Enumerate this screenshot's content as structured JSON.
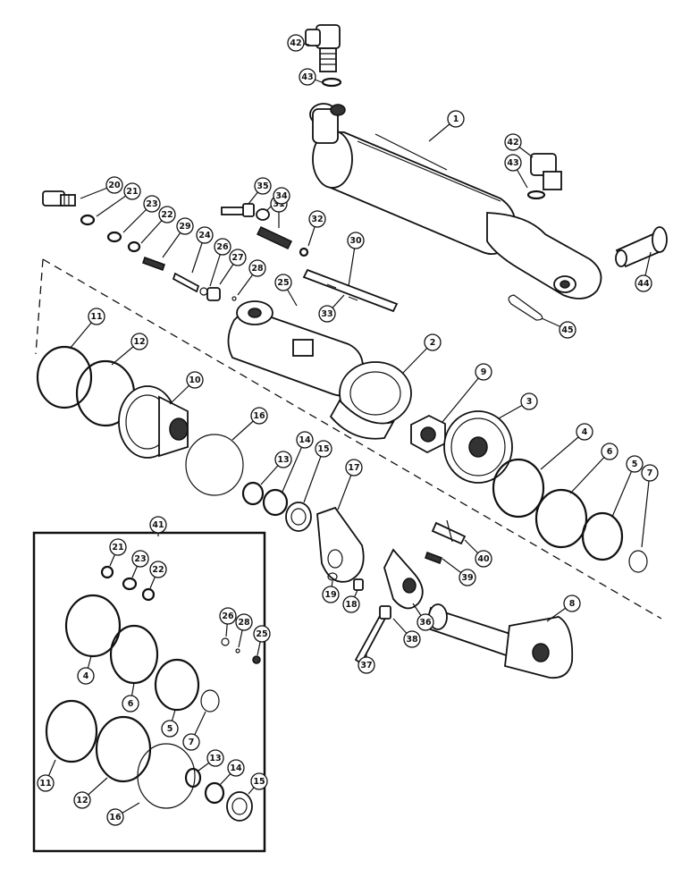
{
  "callouts": [
    {
      "id": "c1",
      "label": "1"
    },
    {
      "id": "c2",
      "label": "2"
    },
    {
      "id": "c3",
      "label": "3"
    },
    {
      "id": "c4",
      "label": "4"
    },
    {
      "id": "c5",
      "label": "5"
    },
    {
      "id": "c6",
      "label": "6"
    },
    {
      "id": "c7",
      "label": "7"
    },
    {
      "id": "c8",
      "label": "8"
    },
    {
      "id": "c9",
      "label": "9"
    },
    {
      "id": "c10",
      "label": "10"
    },
    {
      "id": "c11",
      "label": "11"
    },
    {
      "id": "c12",
      "label": "12"
    },
    {
      "id": "c13",
      "label": "13"
    },
    {
      "id": "c14",
      "label": "14"
    },
    {
      "id": "c15",
      "label": "15"
    },
    {
      "id": "c16",
      "label": "16"
    },
    {
      "id": "c17",
      "label": "17"
    },
    {
      "id": "c18",
      "label": "18"
    },
    {
      "id": "c19",
      "label": "19"
    },
    {
      "id": "c20",
      "label": "20"
    },
    {
      "id": "c21",
      "label": "21"
    },
    {
      "id": "c22",
      "label": "22"
    },
    {
      "id": "c23",
      "label": "23"
    },
    {
      "id": "c24",
      "label": "24"
    },
    {
      "id": "c25",
      "label": "25"
    },
    {
      "id": "c26",
      "label": "26"
    },
    {
      "id": "c27",
      "label": "27"
    },
    {
      "id": "c28",
      "label": "28"
    },
    {
      "id": "c29",
      "label": "29"
    },
    {
      "id": "c30",
      "label": "30"
    },
    {
      "id": "c31",
      "label": "31"
    },
    {
      "id": "c32",
      "label": "32"
    },
    {
      "id": "c33",
      "label": "33"
    },
    {
      "id": "c34",
      "label": "34"
    },
    {
      "id": "c35",
      "label": "35"
    },
    {
      "id": "c36",
      "label": "36"
    },
    {
      "id": "c37",
      "label": "37"
    },
    {
      "id": "c38",
      "label": "38"
    },
    {
      "id": "c39",
      "label": "39"
    },
    {
      "id": "c40",
      "label": "40"
    },
    {
      "id": "c42a",
      "label": "42"
    },
    {
      "id": "c43a",
      "label": "43"
    },
    {
      "id": "c42b",
      "label": "42"
    },
    {
      "id": "c43b",
      "label": "43"
    },
    {
      "id": "c44",
      "label": "44"
    },
    {
      "id": "c45",
      "label": "45"
    },
    {
      "id": "c41",
      "label": "41"
    },
    {
      "id": "k21",
      "label": "21"
    },
    {
      "id": "k23",
      "label": "23"
    },
    {
      "id": "k22",
      "label": "22"
    },
    {
      "id": "k26",
      "label": "26"
    },
    {
      "id": "k28",
      "label": "28"
    },
    {
      "id": "k25",
      "label": "25"
    },
    {
      "id": "k4",
      "label": "4"
    },
    {
      "id": "k6",
      "label": "6"
    },
    {
      "id": "k5",
      "label": "5"
    },
    {
      "id": "k7",
      "label": "7"
    },
    {
      "id": "k11",
      "label": "11"
    },
    {
      "id": "k12",
      "label": "12"
    },
    {
      "id": "k16",
      "label": "16"
    },
    {
      "id": "k13",
      "label": "13"
    },
    {
      "id": "k14",
      "label": "14"
    },
    {
      "id": "k15",
      "label": "15"
    }
  ]
}
